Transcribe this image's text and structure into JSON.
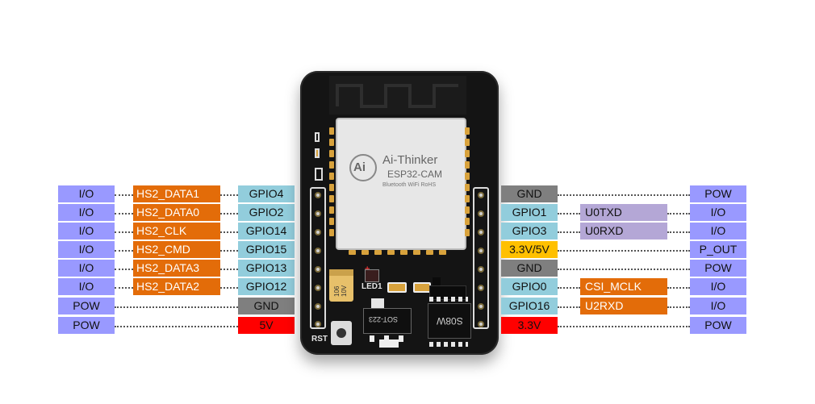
{
  "left": {
    "io": [
      "I/O",
      "I/O",
      "I/O",
      "I/O",
      "I/O",
      "I/O",
      "POW",
      "POW"
    ],
    "func": [
      "HS2_DATA1",
      "HS2_DATA0",
      "HS2_CLK",
      "HS2_CMD",
      "HS2_DATA3",
      "HS2_DATA2"
    ],
    "pins": [
      "GPIO4",
      "GPIO2",
      "GPIO14",
      "GPIO15",
      "GPIO13",
      "GPIO12",
      "GND",
      "5V"
    ]
  },
  "right": {
    "pins": [
      "GND",
      "GPIO1",
      "GPIO3",
      "3.3V/5V",
      "GND",
      "GPIO0",
      "GPIO16",
      "3.3V"
    ],
    "func": [
      "U0TXD",
      "U0RXD",
      "CSI_MCLK",
      "U2RXD"
    ],
    "io": [
      "POW",
      "I/O",
      "I/O",
      "P_OUT",
      "POW",
      "I/O",
      "I/O",
      "POW"
    ]
  },
  "board": {
    "brand": "Ai-Thinker",
    "model": "ESP32-CAM",
    "logo": "Ai",
    "cert": "Bluetooth  WiFi  RoHS",
    "led": "LED1",
    "rst": "RST",
    "regulator": "SOT-223",
    "flash": "S08W",
    "cap": "106 10V",
    "plus": "+"
  },
  "colors": {
    "io": "#9999ff",
    "func": "#e36c09",
    "gpio": "#92cddc",
    "gnd": "#7f7f7f",
    "power_red": "#ff0000",
    "power_orange": "#ffc000",
    "uart": "#b4a7d6",
    "board": "#141414"
  }
}
